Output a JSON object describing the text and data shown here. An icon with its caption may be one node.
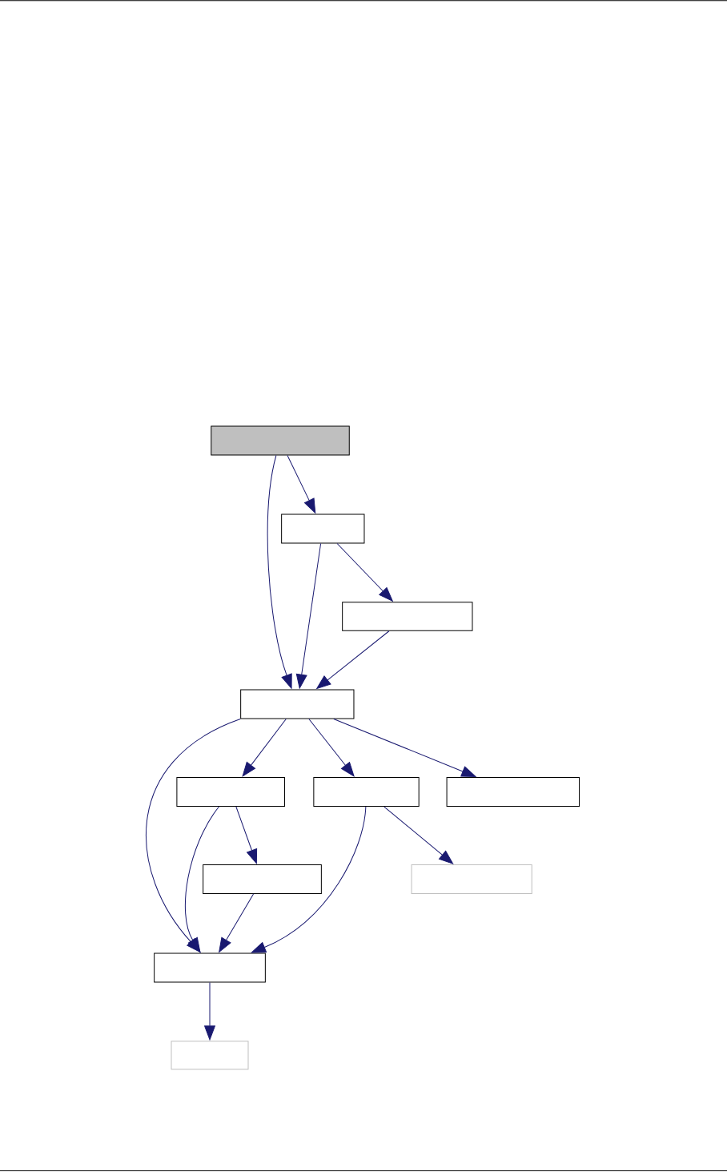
{
  "diagram": {
    "nodes": [
      {
        "text": [],
        "shape": "box"
      },
      {
        "text": [],
        "shape": "box"
      },
      {
        "text": [],
        "shape": "box"
      },
      {
        "text": [],
        "shape": "box"
      },
      {
        "text": [],
        "shape": "box"
      },
      {
        "text": [],
        "shape": "box"
      },
      {
        "text": [],
        "shape": "box"
      },
      {
        "text": [],
        "shape": "box"
      },
      {
        "text": [],
        "shape": "box"
      },
      {
        "text": [],
        "shape": "box"
      },
      {
        "text": [],
        "shape": "box"
      }
    ],
    "edges": [
      {
        "from": 0,
        "to": 1,
        "arrow": "to"
      },
      {
        "from": 0,
        "to": 3,
        "arrow": "to"
      },
      {
        "from": 1,
        "to": 2,
        "arrow": "to"
      },
      {
        "from": 1,
        "to": 3,
        "arrow": "to"
      },
      {
        "from": 2,
        "to": 3,
        "arrow": "to"
      },
      {
        "from": 3,
        "to": 4,
        "arrow": "to"
      },
      {
        "from": 3,
        "to": 5,
        "arrow": "to"
      },
      {
        "from": 3,
        "to": 6,
        "arrow": "to"
      },
      {
        "from": 3,
        "to": 9,
        "arrow": "to"
      },
      {
        "from": 4,
        "to": 7,
        "arrow": "to"
      },
      {
        "from": 4,
        "to": 9,
        "arrow": "to"
      },
      {
        "from": 5,
        "to": 8,
        "arrow": "to"
      },
      {
        "from": 5,
        "to": 9,
        "arrow": "to"
      },
      {
        "from": 7,
        "to": 9,
        "arrow": "to"
      },
      {
        "from": 9,
        "to": 10,
        "arrow": "to"
      }
    ]
  }
}
